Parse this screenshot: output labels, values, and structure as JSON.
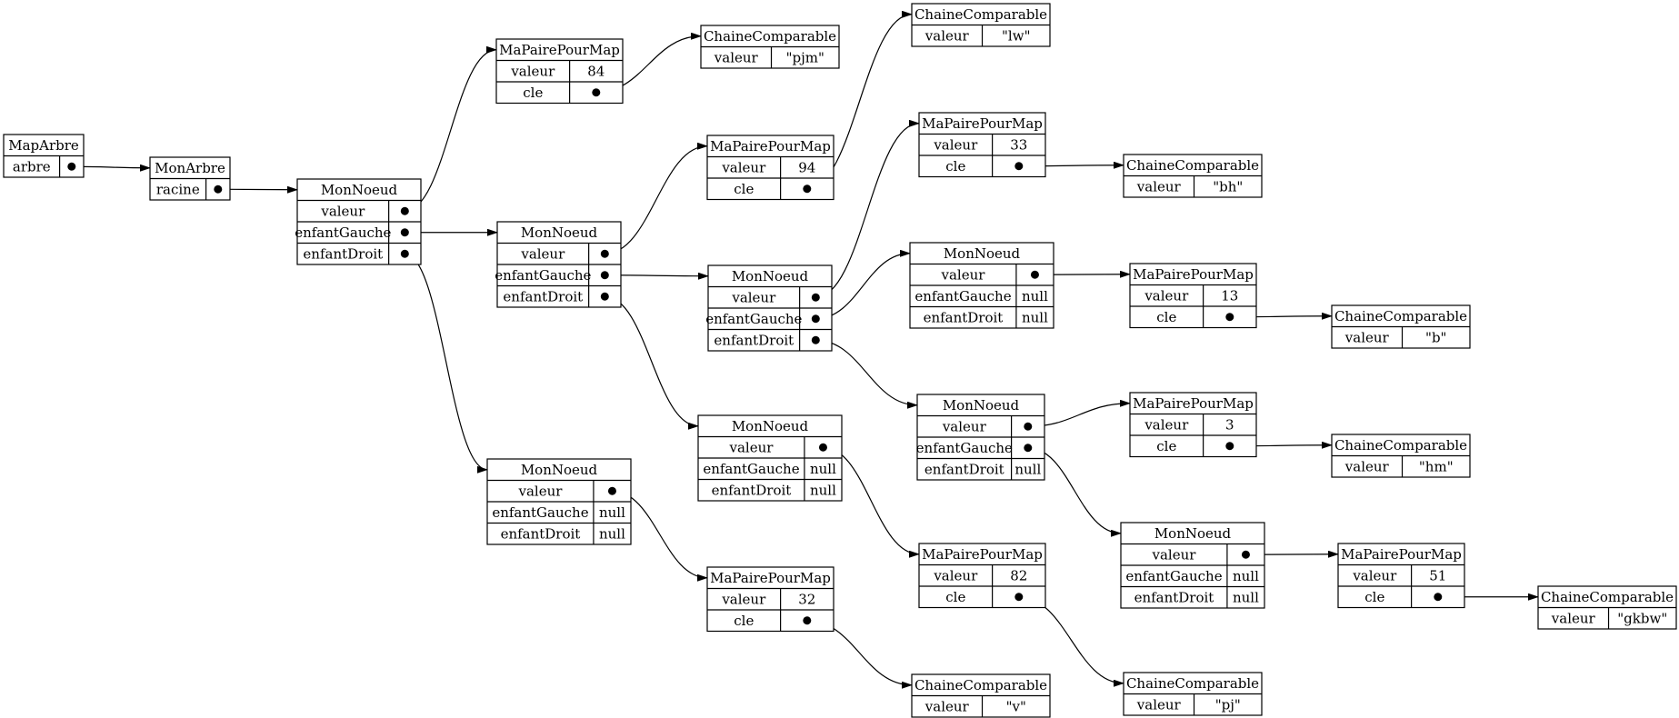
{
  "diagram": {
    "nodes": [
      {
        "id": "map",
        "title": "MapArbre",
        "rows": [
          {
            "label": "arbre",
            "value": "●"
          }
        ]
      },
      {
        "id": "tree",
        "title": "MonArbre",
        "rows": [
          {
            "label": "racine",
            "value": "●"
          }
        ]
      },
      {
        "id": "n_root",
        "title": "MonNoeud",
        "rows": [
          {
            "label": "valeur",
            "value": "●"
          },
          {
            "label": "enfantGauche",
            "value": "●"
          },
          {
            "label": "enfantDroit",
            "value": "●"
          }
        ]
      },
      {
        "id": "p84",
        "title": "MaPairePourMap",
        "rows": [
          {
            "label": "valeur",
            "value": "84"
          },
          {
            "label": "cle",
            "value": "●"
          }
        ]
      },
      {
        "id": "s_pjm",
        "title": "ChaineComparable",
        "rows": [
          {
            "label": "valeur",
            "value": "\"pjm\""
          }
        ]
      },
      {
        "id": "n_l",
        "title": "MonNoeud",
        "rows": [
          {
            "label": "valeur",
            "value": "●"
          },
          {
            "label": "enfantGauche",
            "value": "●"
          },
          {
            "label": "enfantDroit",
            "value": "●"
          }
        ]
      },
      {
        "id": "n_r",
        "title": "MonNoeud",
        "rows": [
          {
            "label": "valeur",
            "value": "●"
          },
          {
            "label": "enfantGauche",
            "value": "null"
          },
          {
            "label": "enfantDroit",
            "value": "null"
          }
        ]
      },
      {
        "id": "p32",
        "title": "MaPairePourMap",
        "rows": [
          {
            "label": "valeur",
            "value": "32"
          },
          {
            "label": "cle",
            "value": "●"
          }
        ]
      },
      {
        "id": "s_v",
        "title": "ChaineComparable",
        "rows": [
          {
            "label": "valeur",
            "value": "\"v\""
          }
        ]
      },
      {
        "id": "p94",
        "title": "MaPairePourMap",
        "rows": [
          {
            "label": "valeur",
            "value": "94"
          },
          {
            "label": "cle",
            "value": "●"
          }
        ]
      },
      {
        "id": "s_lw",
        "title": "ChaineComparable",
        "rows": [
          {
            "label": "valeur",
            "value": "\"lw\""
          }
        ]
      },
      {
        "id": "n_ll",
        "title": "MonNoeud",
        "rows": [
          {
            "label": "valeur",
            "value": "●"
          },
          {
            "label": "enfantGauche",
            "value": "●"
          },
          {
            "label": "enfantDroit",
            "value": "●"
          }
        ]
      },
      {
        "id": "n_lr",
        "title": "MonNoeud",
        "rows": [
          {
            "label": "valeur",
            "value": "●"
          },
          {
            "label": "enfantGauche",
            "value": "null"
          },
          {
            "label": "enfantDroit",
            "value": "null"
          }
        ]
      },
      {
        "id": "p82",
        "title": "MaPairePourMap",
        "rows": [
          {
            "label": "valeur",
            "value": "82"
          },
          {
            "label": "cle",
            "value": "●"
          }
        ]
      },
      {
        "id": "s_pj",
        "title": "ChaineComparable",
        "rows": [
          {
            "label": "valeur",
            "value": "\"pj\""
          }
        ]
      },
      {
        "id": "p33",
        "title": "MaPairePourMap",
        "rows": [
          {
            "label": "valeur",
            "value": "33"
          },
          {
            "label": "cle",
            "value": "●"
          }
        ]
      },
      {
        "id": "s_bh",
        "title": "ChaineComparable",
        "rows": [
          {
            "label": "valeur",
            "value": "\"bh\""
          }
        ]
      },
      {
        "id": "n_lll",
        "title": "MonNoeud",
        "rows": [
          {
            "label": "valeur",
            "value": "●"
          },
          {
            "label": "enfantGauche",
            "value": "null"
          },
          {
            "label": "enfantDroit",
            "value": "null"
          }
        ]
      },
      {
        "id": "p13",
        "title": "MaPairePourMap",
        "rows": [
          {
            "label": "valeur",
            "value": "13"
          },
          {
            "label": "cle",
            "value": "●"
          }
        ]
      },
      {
        "id": "s_b",
        "title": "ChaineComparable",
        "rows": [
          {
            "label": "valeur",
            "value": "\"b\""
          }
        ]
      },
      {
        "id": "n_llr",
        "title": "MonNoeud",
        "rows": [
          {
            "label": "valeur",
            "value": "●"
          },
          {
            "label": "enfantGauche",
            "value": "●"
          },
          {
            "label": "enfantDroit",
            "value": "null"
          }
        ]
      },
      {
        "id": "p3",
        "title": "MaPairePourMap",
        "rows": [
          {
            "label": "valeur",
            "value": "3"
          },
          {
            "label": "cle",
            "value": "●"
          }
        ]
      },
      {
        "id": "s_hm",
        "title": "ChaineComparable",
        "rows": [
          {
            "label": "valeur",
            "value": "\"hm\""
          }
        ]
      },
      {
        "id": "n_llrl",
        "title": "MonNoeud",
        "rows": [
          {
            "label": "valeur",
            "value": "●"
          },
          {
            "label": "enfantGauche",
            "value": "null"
          },
          {
            "label": "enfantDroit",
            "value": "null"
          }
        ]
      },
      {
        "id": "p51",
        "title": "MaPairePourMap",
        "rows": [
          {
            "label": "valeur",
            "value": "51"
          },
          {
            "label": "cle",
            "value": "●"
          }
        ]
      },
      {
        "id": "s_gkbw",
        "title": "ChaineComparable",
        "rows": [
          {
            "label": "valeur",
            "value": "\"gkbw\""
          }
        ]
      }
    ],
    "edges": [
      {
        "from": "map",
        "row": 0,
        "to": "tree"
      },
      {
        "from": "tree",
        "row": 0,
        "to": "n_root"
      },
      {
        "from": "n_root",
        "row": 0,
        "to": "p84"
      },
      {
        "from": "p84",
        "row": 1,
        "to": "s_pjm"
      },
      {
        "from": "n_root",
        "row": 1,
        "to": "n_l"
      },
      {
        "from": "n_root",
        "row": 2,
        "to": "n_r"
      },
      {
        "from": "n_r",
        "row": 0,
        "to": "p32"
      },
      {
        "from": "p32",
        "row": 1,
        "to": "s_v"
      },
      {
        "from": "n_l",
        "row": 0,
        "to": "p94"
      },
      {
        "from": "p94",
        "row": 1,
        "to": "s_lw"
      },
      {
        "from": "n_l",
        "row": 1,
        "to": "n_ll"
      },
      {
        "from": "n_l",
        "row": 2,
        "to": "n_lr"
      },
      {
        "from": "n_lr",
        "row": 0,
        "to": "p82"
      },
      {
        "from": "p82",
        "row": 1,
        "to": "s_pj"
      },
      {
        "from": "n_ll",
        "row": 0,
        "to": "p33"
      },
      {
        "from": "p33",
        "row": 1,
        "to": "s_bh"
      },
      {
        "from": "n_ll",
        "row": 1,
        "to": "n_lll"
      },
      {
        "from": "n_ll",
        "row": 2,
        "to": "n_llr"
      },
      {
        "from": "n_lll",
        "row": 0,
        "to": "p13"
      },
      {
        "from": "p13",
        "row": 1,
        "to": "s_b"
      },
      {
        "from": "n_llr",
        "row": 0,
        "to": "p3"
      },
      {
        "from": "p3",
        "row": 1,
        "to": "s_hm"
      },
      {
        "from": "n_llr",
        "row": 1,
        "to": "n_llrl"
      },
      {
        "from": "n_llrl",
        "row": 0,
        "to": "p51"
      },
      {
        "from": "p51",
        "row": 1,
        "to": "s_gkbw"
      }
    ]
  }
}
